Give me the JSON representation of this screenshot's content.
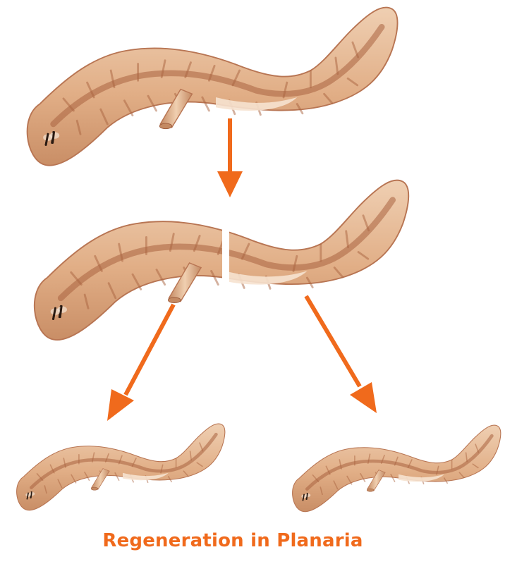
{
  "caption": "Regeneration in Planaria",
  "colors": {
    "arrow": "#f06a1c",
    "caption": "#f06a1c",
    "body_fill": "#e2b188",
    "body_light": "#f1d2b6",
    "body_dark": "#a6603f",
    "background": "#ffffff"
  },
  "diagram": {
    "stages": [
      "whole-planarian",
      "planarian-cut-in-two",
      "regenerated-from-head-piece",
      "regenerated-from-tail-piece"
    ],
    "arrows": [
      "arrow-whole-to-cut",
      "arrow-cut-to-head-piece",
      "arrow-cut-to-tail-piece"
    ]
  }
}
